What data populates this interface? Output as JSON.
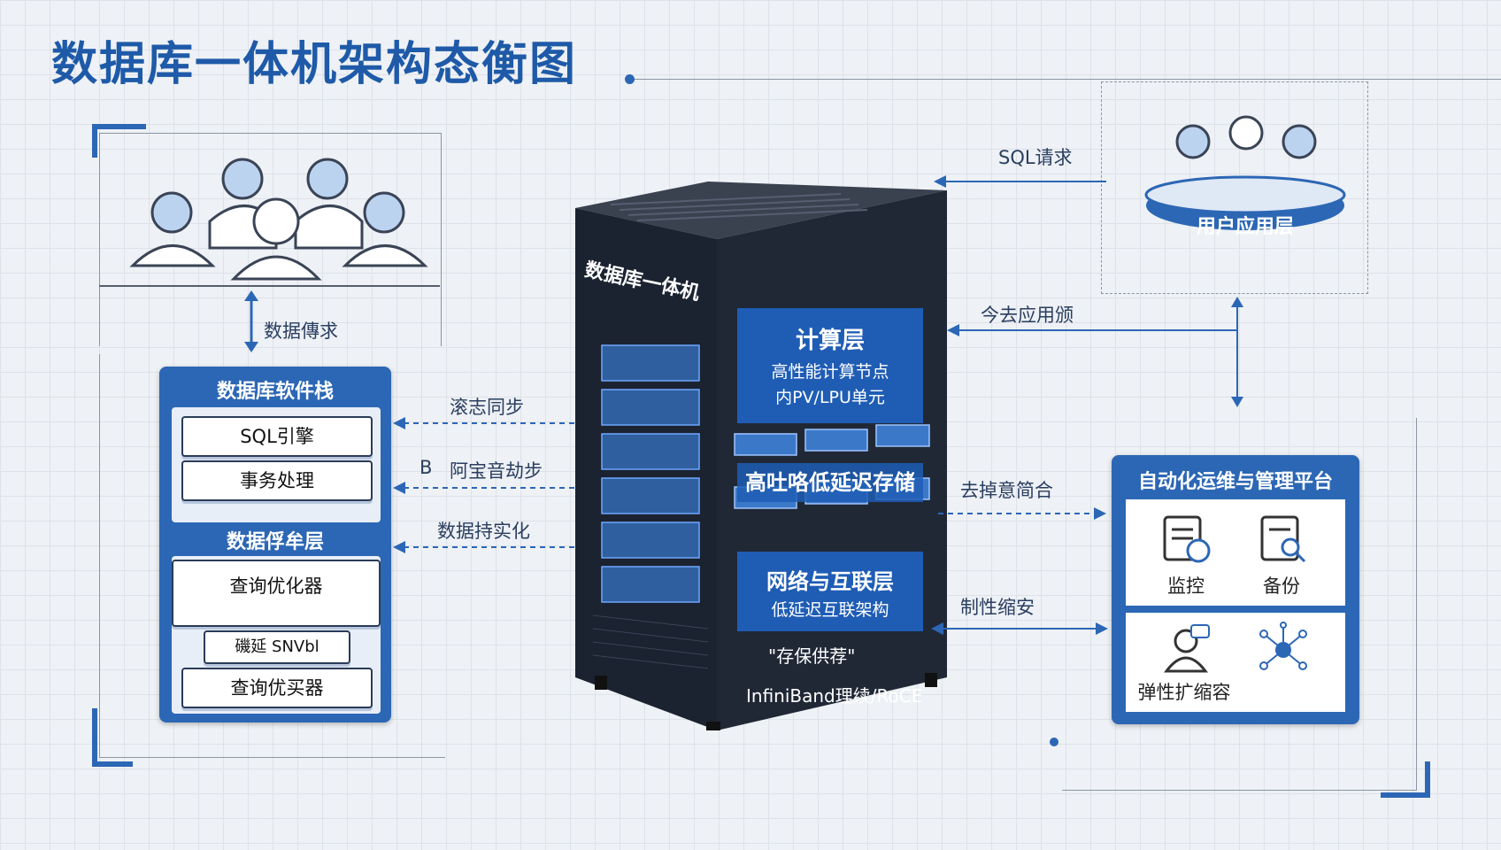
{
  "title": "数据库一体机架构态衡图",
  "rack_label": "数据库一体机",
  "user_layer": {
    "label": "用户应用层"
  },
  "arrows": {
    "sql_request": "SQL请求",
    "app_layer": "今去应用颁",
    "data_request": "数据傳求",
    "log_sync": "滚志同步",
    "sync2": "阿宝音劫步",
    "sync2_prefix": "B",
    "persist": "数据持实化",
    "right1": "去掉意简合",
    "right2": "制性缩安"
  },
  "software_stack": {
    "title": "数据库软件栈",
    "items": [
      "SQL引擎",
      "事务处理"
    ],
    "storage_title": "数据俘牟层",
    "items2": [
      "查询优化器",
      "磯延 SNVbl",
      "查询优买器"
    ]
  },
  "compute_layer": {
    "title": "计算层",
    "line1": "高性能计算节点",
    "line2": "内PV/LPU单元"
  },
  "storage_layer": {
    "title": "高吐咯低延迟存储"
  },
  "network_layer": {
    "title": "网络与互联层",
    "line1": "低延迟互联架构"
  },
  "rack_bottom": {
    "line1": "\"存保供荐\"",
    "line2": "InfiniBand理续/RoCE"
  },
  "mgmt": {
    "title": "自动化运维与管理平台",
    "items": [
      {
        "label": "监控",
        "icon": "clipboard-wrench-icon"
      },
      {
        "label": "备份",
        "icon": "document-search-icon"
      },
      {
        "label": "弹性扩缩容",
        "icon": "support-agent-icon"
      },
      {
        "label": "",
        "icon": "network-node-icon"
      }
    ]
  },
  "colors": {
    "accent": "#2c67b5",
    "dark": "#1b2230",
    "title": "#1e5aa8"
  }
}
